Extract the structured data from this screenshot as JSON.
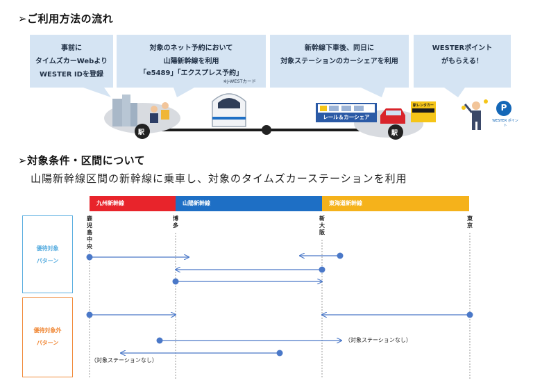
{
  "section1": {
    "title": "ご利用方法の流れ"
  },
  "flow": {
    "step1": [
      "事前に",
      "タイムズカーWebより",
      "WESTER IDを登録"
    ],
    "step2": [
      "対象のネット予約において",
      "山陽新幹線を利用",
      "「e5489」「エクスプレス予約」"
    ],
    "step2_note": "※J-WESTカード",
    "step3": [
      "新幹線下車後、同日に",
      "対象ステーションのカーシェアを利用"
    ],
    "step4": [
      "WESTERポイント",
      "がもらえる！"
    ],
    "station_label": "駅",
    "rail_carshare_label": "レール＆カーシェア",
    "times_sign": "駅レンタカー",
    "wester_label": "WESTER ポイント",
    "wester_logo_letter": "P"
  },
  "section2": {
    "title": "対象条件・区間について",
    "subtitle": "山陽新幹線区間の新幹線に乗車し、対象のタイムズカーステーションを利用"
  },
  "lines": [
    {
      "label": "九州新幹線",
      "color": "#e8242b"
    },
    {
      "label": "山陽新幹線",
      "color": "#1e6fc5"
    },
    {
      "label": "東海道新幹線",
      "color": "#f5b21b"
    }
  ],
  "stations": [
    "鹿児島中央",
    "博多",
    "新大阪",
    "東京"
  ],
  "pattern_good": {
    "line1": "優待対象",
    "line2": "パターン",
    "color": "#5aaee0"
  },
  "pattern_bad": {
    "line1": "優待対象外",
    "line2": "パターン",
    "color": "#f08a3a"
  },
  "no_station_note": "（対象ステーションなし）",
  "colors": {
    "arrow": "#4a78c8",
    "callout": "#d5e4f3"
  }
}
